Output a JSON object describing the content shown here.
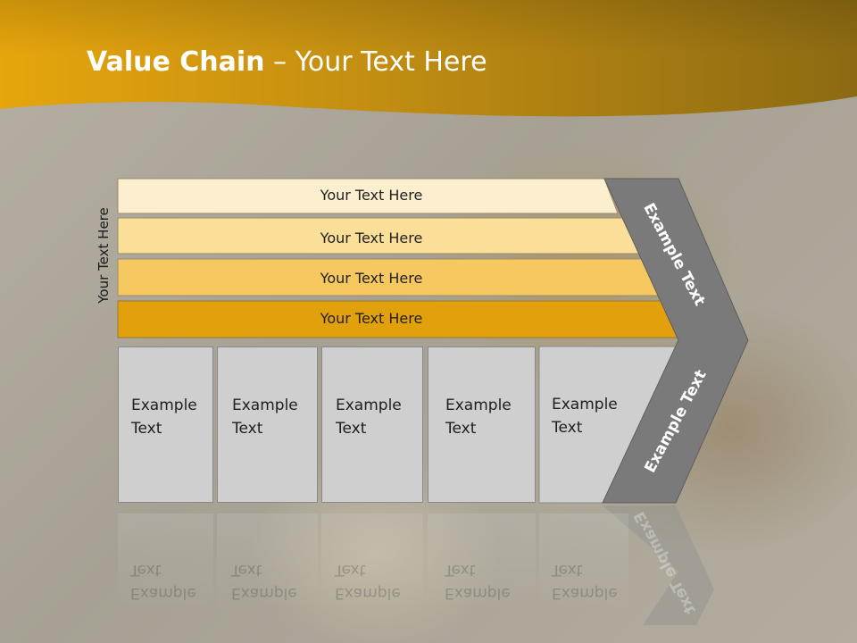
{
  "slide": {
    "title_bold": "Value Chain",
    "title_rest": " – Your Text Here",
    "side_label": "Your Text Here"
  },
  "bars": [
    {
      "label": "Your Text Here",
      "fill": "#fcefcf"
    },
    {
      "label": "Your Text Here",
      "fill": "#fbdf98"
    },
    {
      "label": "Your Text Here",
      "fill": "#f6c860"
    },
    {
      "label": "Your Text Here",
      "fill": "#e2a00c"
    }
  ],
  "boxes": [
    {
      "line1": "Example",
      "line2": "Text"
    },
    {
      "line1": "Example",
      "line2": "Text"
    },
    {
      "line1": "Example",
      "line2": "Text"
    },
    {
      "line1": "Example",
      "line2": "Text"
    },
    {
      "line1": "Example",
      "line2": "Text"
    }
  ],
  "chevron": {
    "upper_label": "Example Text",
    "lower_label": "Example Text"
  },
  "colors": {
    "header_gold": "#d89a08",
    "header_dark": "#8c6a12",
    "chevron_fill": "#7a7a7a",
    "box_fill": "#cfcfcf"
  }
}
